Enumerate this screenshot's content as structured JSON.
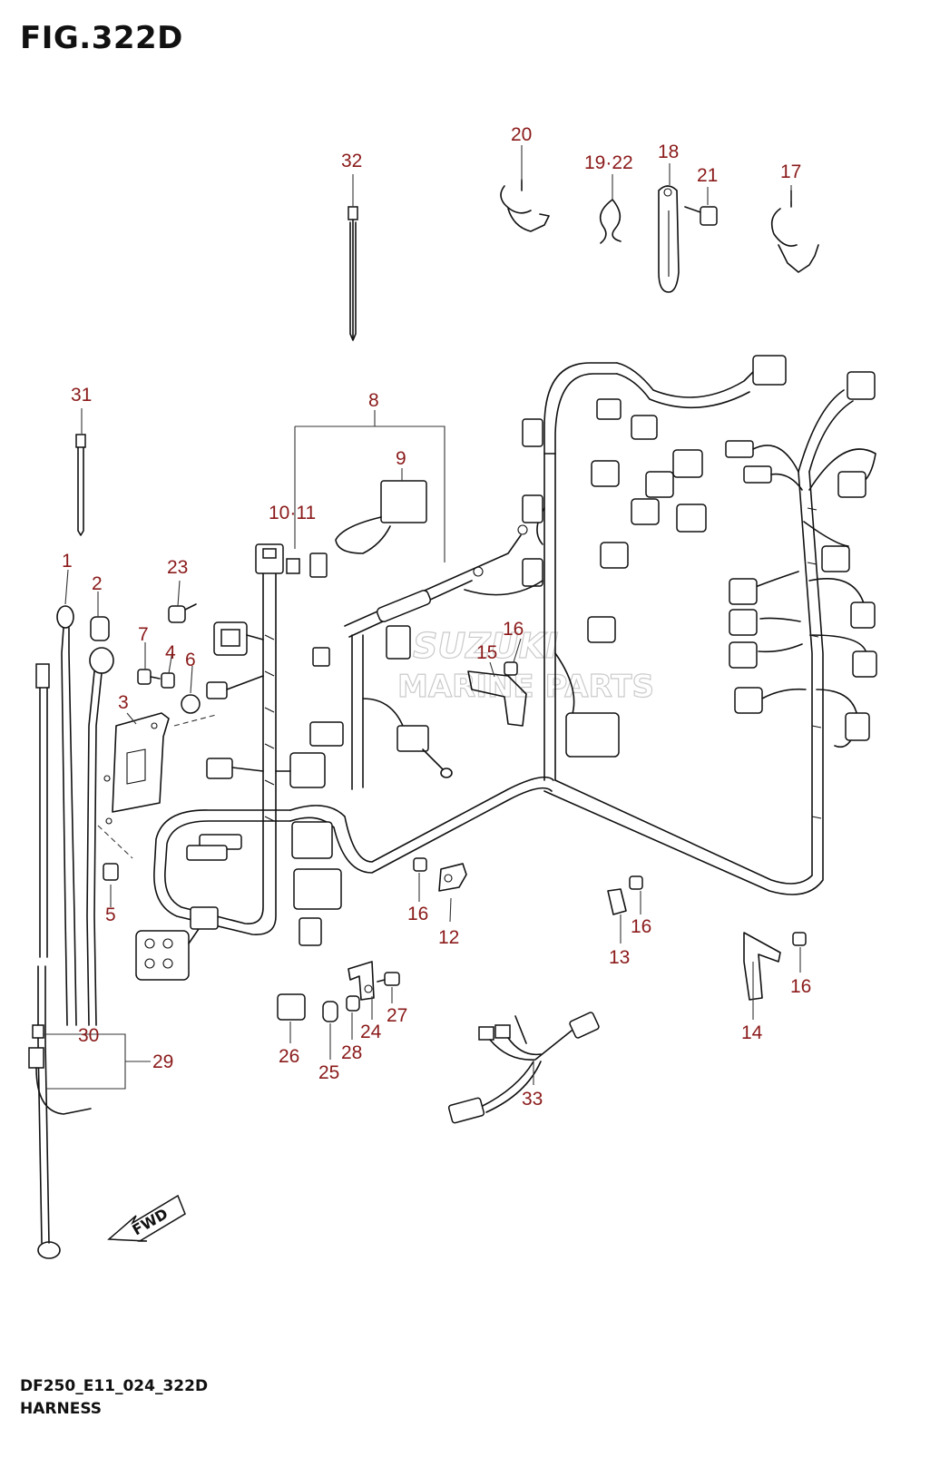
{
  "figure": {
    "title": "FIG.322D",
    "code": "DF250_E11_024_322D",
    "name": "HARNESS"
  },
  "watermark": {
    "line1": "SUZUKI",
    "line2": "MARINE PARTS"
  },
  "direction_tag": "FWD",
  "callouts": [
    {
      "id": "c1",
      "label": "1"
    },
    {
      "id": "c2",
      "label": "2"
    },
    {
      "id": "c3",
      "label": "3"
    },
    {
      "id": "c4",
      "label": "4"
    },
    {
      "id": "c5",
      "label": "5"
    },
    {
      "id": "c6",
      "label": "6"
    },
    {
      "id": "c7",
      "label": "7"
    },
    {
      "id": "c8",
      "label": "8"
    },
    {
      "id": "c9",
      "label": "9"
    },
    {
      "id": "c10",
      "label": "10·11"
    },
    {
      "id": "c12",
      "label": "12"
    },
    {
      "id": "c13",
      "label": "13"
    },
    {
      "id": "c14",
      "label": "14"
    },
    {
      "id": "c15",
      "label": "15"
    },
    {
      "id": "c16a",
      "label": "16"
    },
    {
      "id": "c16b",
      "label": "16"
    },
    {
      "id": "c16c",
      "label": "16"
    },
    {
      "id": "c16d",
      "label": "16"
    },
    {
      "id": "c17",
      "label": "17"
    },
    {
      "id": "c18",
      "label": "18"
    },
    {
      "id": "c19",
      "label": "19·22"
    },
    {
      "id": "c20",
      "label": "20"
    },
    {
      "id": "c21",
      "label": "21"
    },
    {
      "id": "c23",
      "label": "23"
    },
    {
      "id": "c24",
      "label": "24"
    },
    {
      "id": "c25",
      "label": "25"
    },
    {
      "id": "c26",
      "label": "26"
    },
    {
      "id": "c27",
      "label": "27"
    },
    {
      "id": "c28",
      "label": "28"
    },
    {
      "id": "c29",
      "label": "29"
    },
    {
      "id": "c30",
      "label": "30"
    },
    {
      "id": "c31",
      "label": "31"
    },
    {
      "id": "c32",
      "label": "32"
    },
    {
      "id": "c33",
      "label": "33"
    }
  ],
  "colors": {
    "callout": "#8b1a1a",
    "line": "#111111",
    "watermark": "#bdbdbd"
  }
}
